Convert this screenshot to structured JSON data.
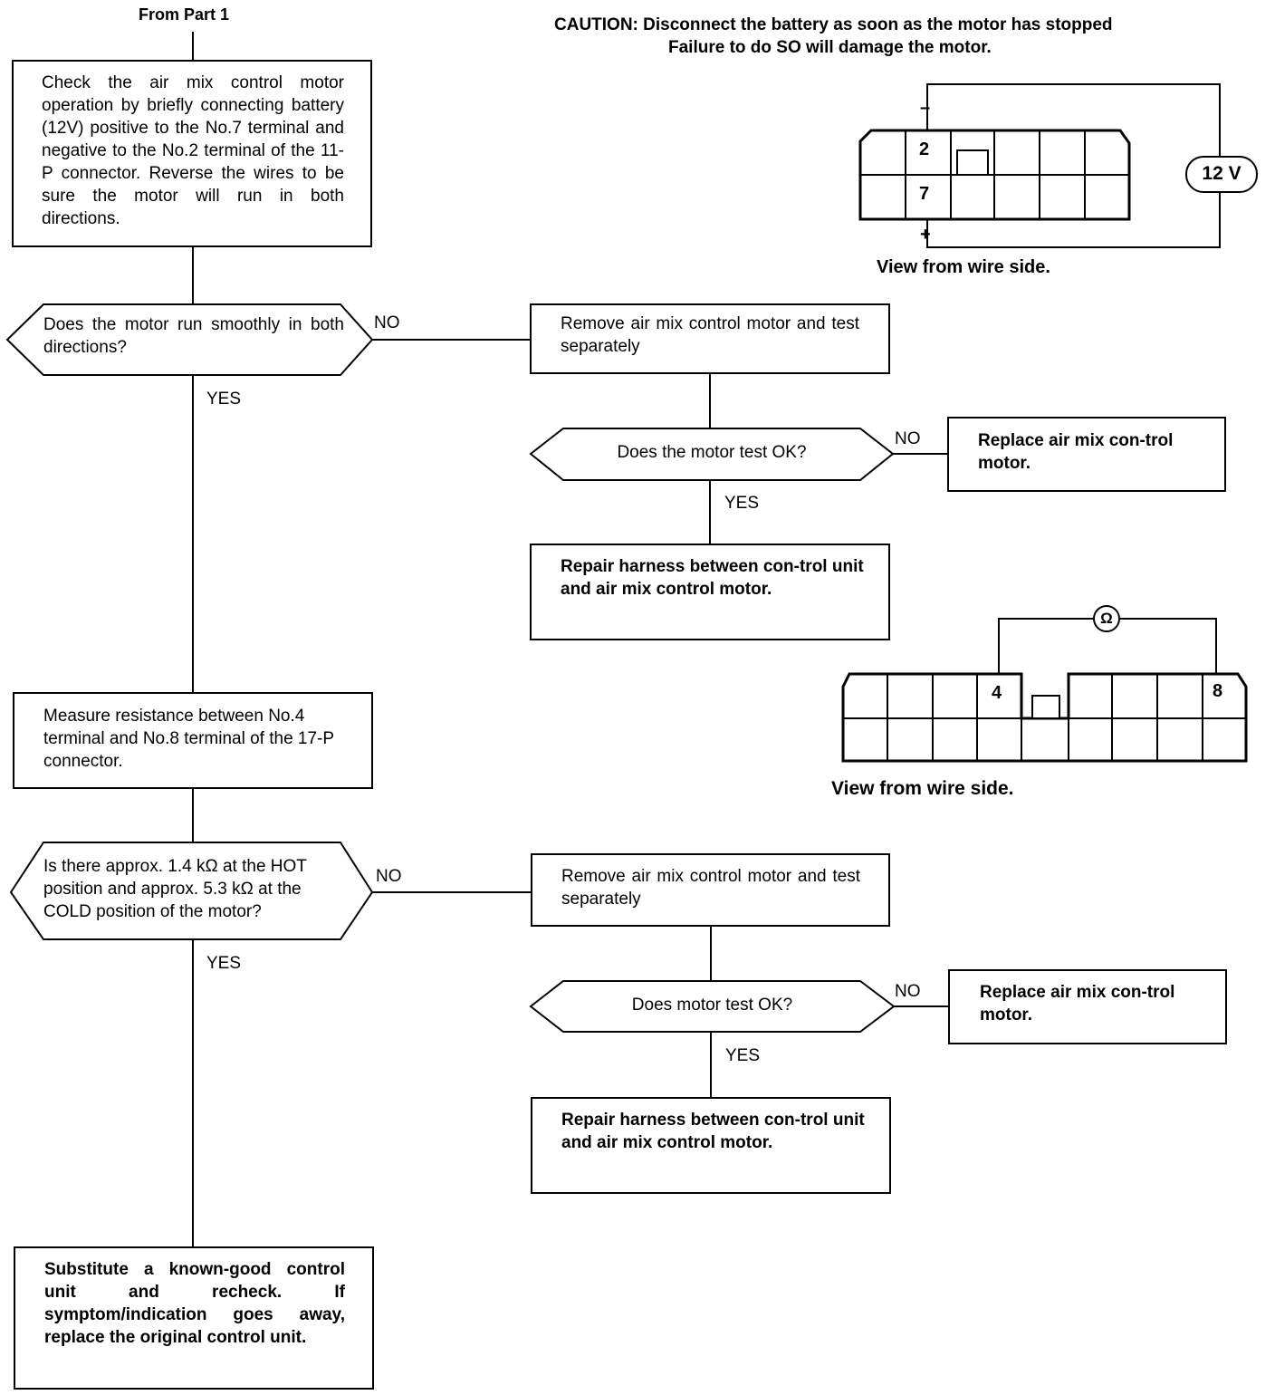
{
  "header": {
    "from_part": "From Part 1",
    "caution_line1": "CAUTION: Disconnect the battery as soon as the motor has stopped",
    "caution_line2": "Failure to do SO will damage the motor."
  },
  "steps": {
    "check_motor": "Check the air mix control motor operation by briefly connecting battery (12V) positive to the No.7 terminal and negative to the No.2 terminal of the 11-P connector. Reverse the wires to be sure the motor will run in both directions.",
    "q_runs_smoothly": "Does the motor run smoothly in both directions?",
    "remove_motor_1": "Remove air mix control motor and test separately",
    "q_motor_test_ok_1": "Does the motor test OK?",
    "replace_motor_1": "Replace air mix con-trol motor.",
    "repair_harness_1": "Repair harness between con-trol unit and air mix control motor.",
    "measure_resistance": "Measure resistance between No.4 terminal and No.8 terminal of the 17-P connector.",
    "q_resistance": "Is there approx. 1.4 kΩ at the HOT position and approx. 5.3 kΩ at the COLD position of the motor?",
    "remove_motor_2": "Remove air mix control motor and test separately",
    "q_motor_test_ok_2": "Does motor test OK?",
    "replace_motor_2": "Replace air mix con-trol motor.",
    "repair_harness_2": "Repair harness between con-trol unit and air mix control motor.",
    "substitute_unit": "Substitute a known-good control unit and recheck. If symptom/indication goes away, replace the original control unit."
  },
  "branch_labels": {
    "no": "NO",
    "yes": "YES"
  },
  "connector_11p": {
    "pin_top": "2",
    "pin_bottom": "7",
    "minus": "–",
    "plus": "+",
    "voltage": "12 V",
    "caption": "View from wire side."
  },
  "connector_17p": {
    "pin_left": "4",
    "pin_right": "8",
    "meter": "Ω",
    "caption": "View from wire side."
  }
}
